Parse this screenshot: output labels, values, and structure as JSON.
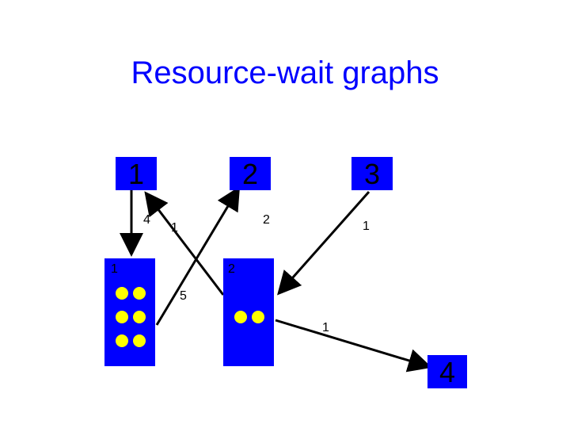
{
  "title": "Resource-wait graphs",
  "colors": {
    "title": "#0000ff",
    "node_fill": "#0000ff",
    "node_text": "#000000",
    "resource_fill": "#0000ff",
    "unit_dot": "#ffff00",
    "edge": "#000000"
  },
  "processes": [
    {
      "label": "1"
    },
    {
      "label": "2"
    },
    {
      "label": "3"
    },
    {
      "label": "4"
    }
  ],
  "resources": [
    {
      "label": "1",
      "units": 6
    },
    {
      "label": "2",
      "units": 2
    }
  ],
  "edge_labels": [
    "4",
    "1",
    "2",
    "1",
    "5",
    "1"
  ]
}
